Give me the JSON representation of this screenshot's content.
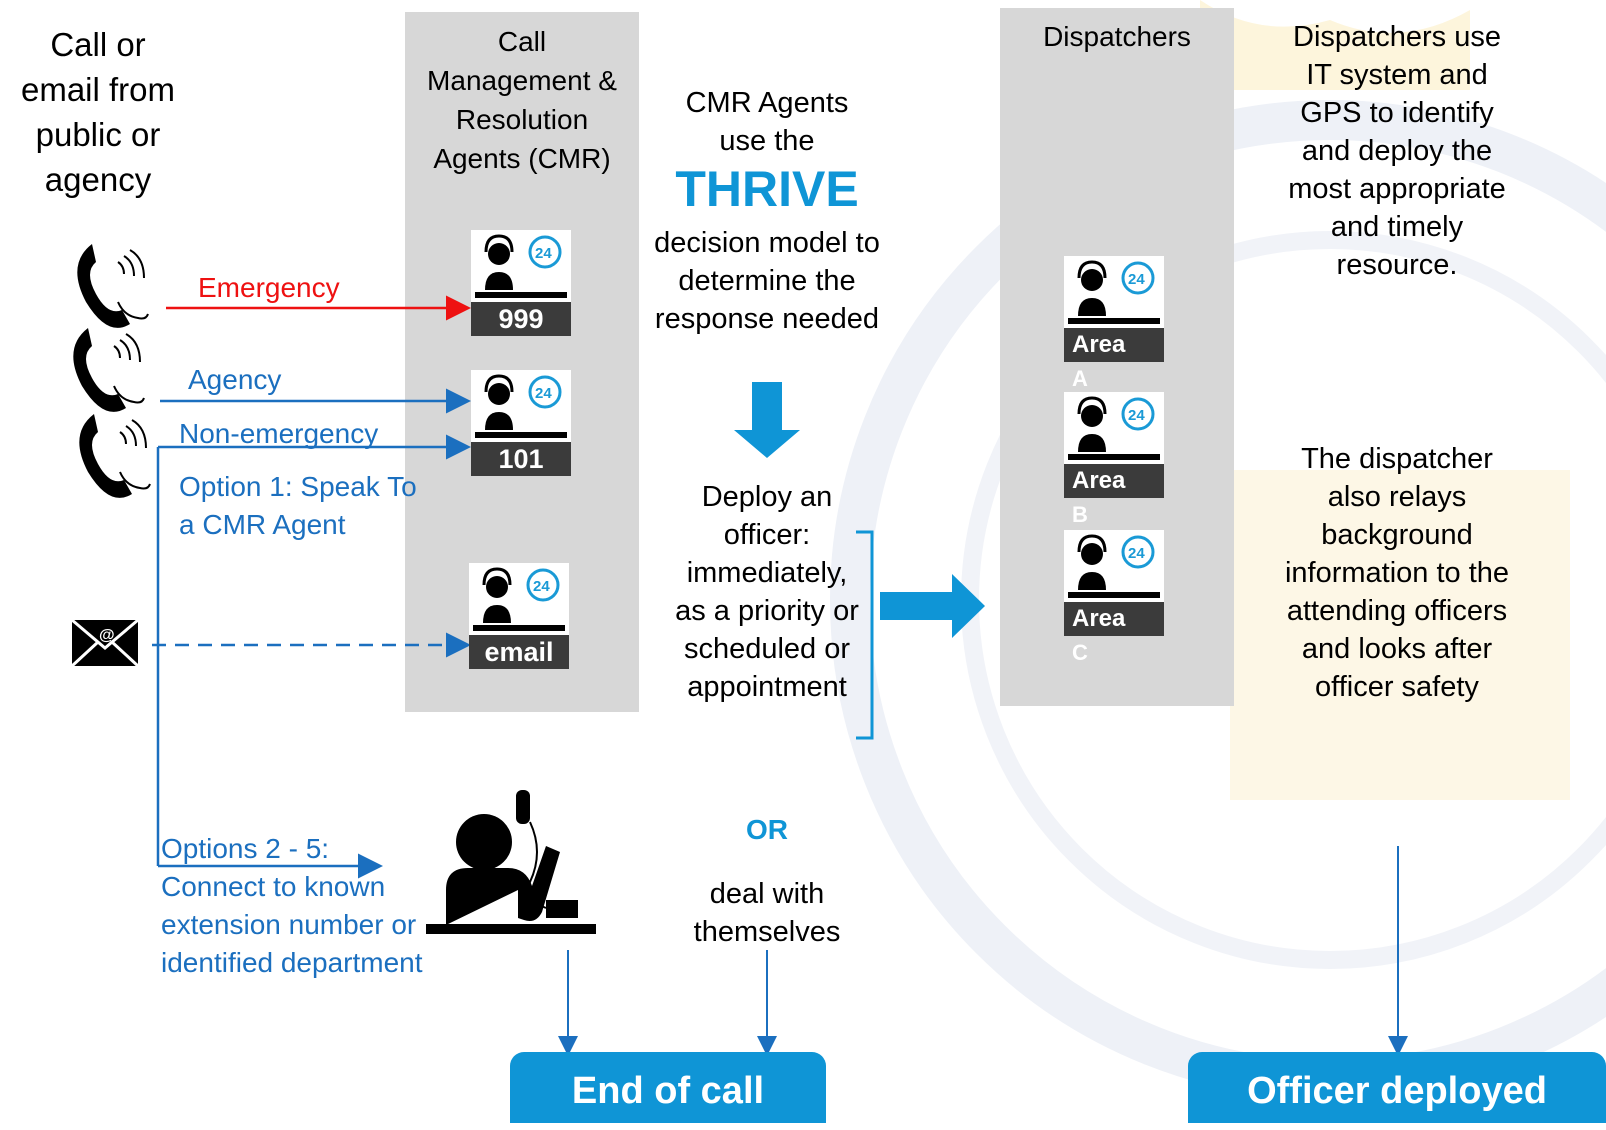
{
  "source": {
    "text": "Call or email from public or agency"
  },
  "cmr_panel": {
    "title": "Call Management & Resolution Agents (CMR)"
  },
  "dispatch_panel": {
    "title": "Dispatchers"
  },
  "channels": {
    "emergency": "Emergency",
    "agency": "Agency",
    "non_emergency": "Non-emergency",
    "option1": "Option 1: Speak To a CMR Agent",
    "options25": "Options 2 - 5: Connect to known extension number or identified department"
  },
  "agents": {
    "a999": "999",
    "a101": "101",
    "email": "email"
  },
  "areas": [
    {
      "label": "Area",
      "letter": "A"
    },
    {
      "label": "Area",
      "letter": "B"
    },
    {
      "label": "Area",
      "letter": "C"
    }
  ],
  "thrive": {
    "intro": "CMR Agents use the",
    "model": "THRIVE",
    "purpose": "decision model to determine the response needed"
  },
  "deploy": {
    "text": "Deploy an officer: immediately, as a priority or scheduled or appointment",
    "or": "OR",
    "deal": "deal with themselves"
  },
  "dispatch_desc": {
    "p1": "Dispatchers use IT system and GPS to identify and deploy the most appropriate and timely resource.",
    "p2": "The dispatcher also relays background information to the attending officers and looks after officer safety"
  },
  "outcomes": {
    "end_call": "End of call",
    "officer_deployed": "Officer deployed"
  },
  "colors": {
    "blue_text": "#1b6fbf",
    "red": "#ee1111",
    "accent": "#0f95d6",
    "panel": "#d7d7d7"
  }
}
